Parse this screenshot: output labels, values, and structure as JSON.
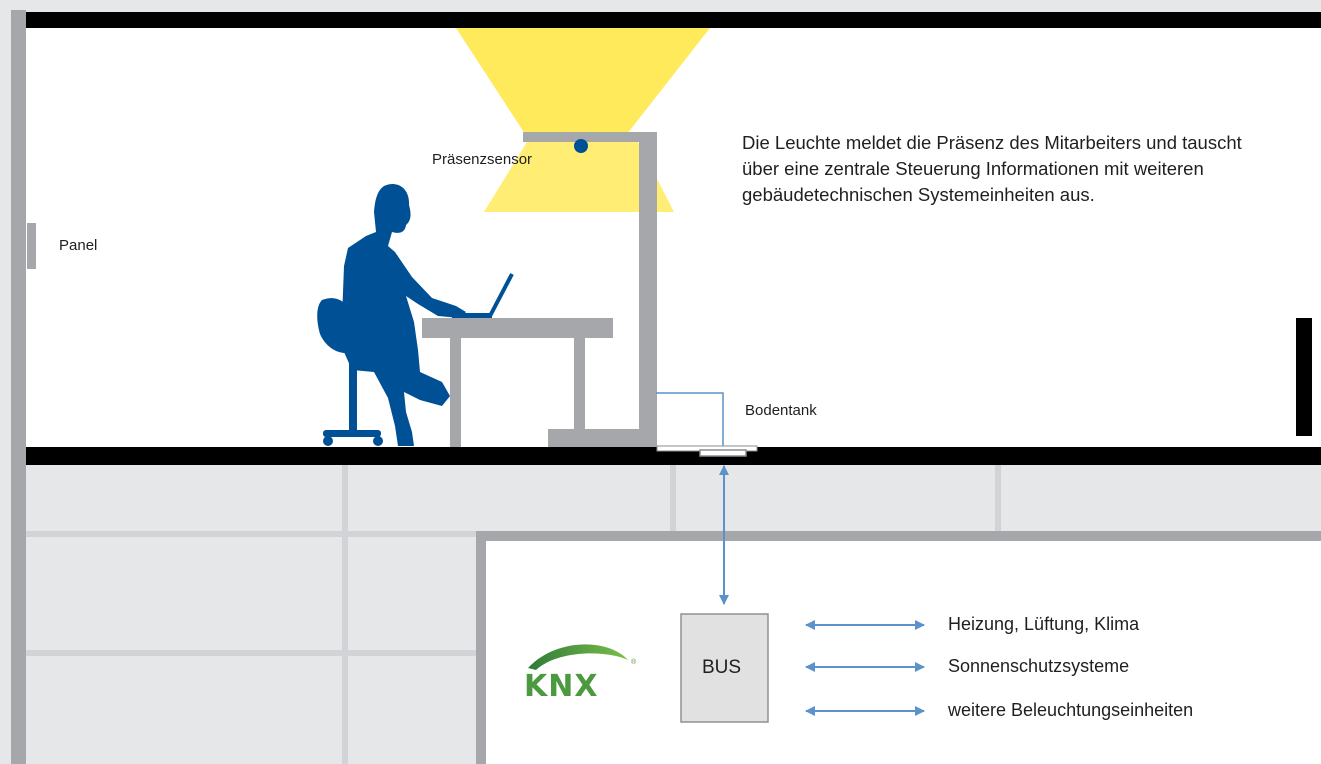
{
  "labels": {
    "sensor": "Präsenzsensor",
    "panel": "Panel",
    "floor_tank": "Bodentank",
    "description": "Die Leuchte meldet die Präsenz des Mitarbeiters und tauscht über eine zentrale Steuerung Informationen mit weiteren gebäudetechnischen Systemeinheiten aus.",
    "bus": "BUS",
    "logo": "KNX"
  },
  "systems": [
    "Heizung, Lüftung, Klima",
    "Sonnenschutzsysteme",
    "weitere Beleuchtungseinheiten"
  ],
  "colors": {
    "light": "#ffea5c",
    "figure": "#005096",
    "furniture": "#a5a7ab",
    "arrow": "#5b92c9",
    "wall": "#000000",
    "logo_green": "#4c9a3f"
  }
}
